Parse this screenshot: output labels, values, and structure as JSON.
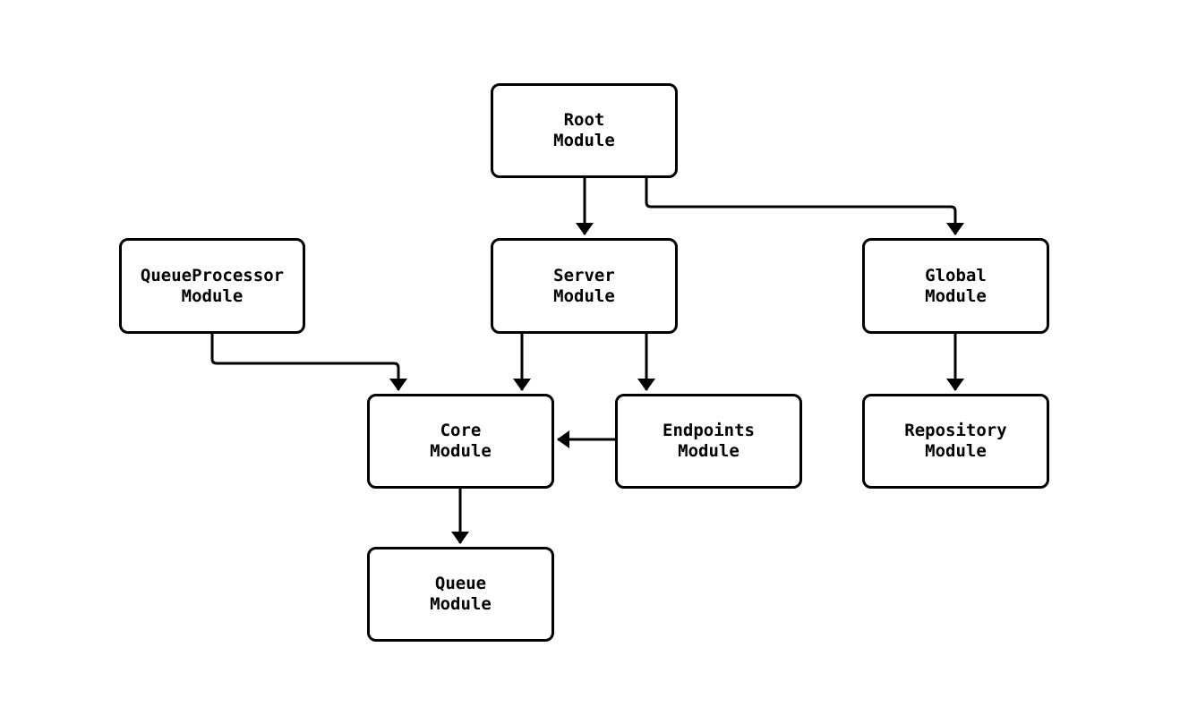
{
  "diagram": {
    "type": "module-dependency-flowchart",
    "background_color": "#ffffff",
    "node_border_color": "#000000",
    "node_fill_color": "#ffffff",
    "edge_color": "#000000",
    "nodes": {
      "root": {
        "label": "Root\nModule"
      },
      "queueprocessor": {
        "label": "QueueProcessor\nModule"
      },
      "server": {
        "label": "Server\nModule"
      },
      "global": {
        "label": "Global\nModule"
      },
      "core": {
        "label": "Core\nModule"
      },
      "endpoints": {
        "label": "Endpoints\nModule"
      },
      "repository": {
        "label": "Repository\nModule"
      },
      "queue": {
        "label": "Queue\nModule"
      }
    },
    "edges": [
      {
        "from": "Root Module",
        "to": "Server Module"
      },
      {
        "from": "Root Module",
        "to": "Global Module"
      },
      {
        "from": "QueueProcessor Module",
        "to": "Core Module"
      },
      {
        "from": "Server Module",
        "to": "Core Module"
      },
      {
        "from": "Server Module",
        "to": "Endpoints Module"
      },
      {
        "from": "Endpoints Module",
        "to": "Core Module"
      },
      {
        "from": "Core Module",
        "to": "Queue Module"
      },
      {
        "from": "Global Module",
        "to": "Repository Module"
      }
    ]
  }
}
